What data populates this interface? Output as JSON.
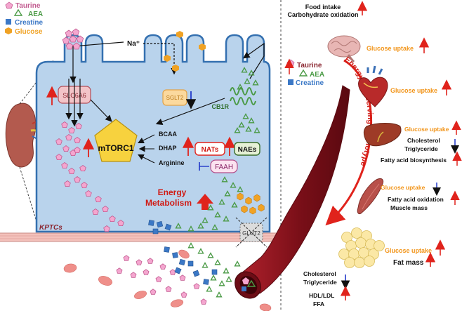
{
  "legend": {
    "taurine": "Taurine",
    "aea": "AEA",
    "creatine": "Creatine",
    "glucose": "Glucose"
  },
  "cell": {
    "sodium": "Na⁺",
    "slc6a6": "SLC6A6",
    "sglt2": "SGLT2",
    "cb1r": "CB1R",
    "mtorc1": "mTORC1",
    "bcaa": "BCAA",
    "dhap": "DHAP",
    "arginine": "Arginine",
    "nats": "NATs",
    "naes": "NAEs",
    "faah": "FAAH",
    "energy_line1": "Energy",
    "energy_line2": "Metabolism",
    "kptcs": "KPTCs",
    "glut2": "GLUT2"
  },
  "top_right": {
    "line1": "Food intake",
    "line2": "Carbohydrate oxidation"
  },
  "arc_label": "Energy Conserving Phenotype",
  "circ_legend": {
    "taurine": "Taurine",
    "aea": "AEA",
    "creatine": "Creatine"
  },
  "organs": {
    "brain": "Glucose uptake",
    "heart": "Glucose uptake",
    "liver": {
      "uptake": "Glucose uptake",
      "line1": "Cholesterol",
      "line2": "Triglyceride",
      "line3": "Fatty acid biosynthesis"
    },
    "muscle": {
      "uptake": "Glucose uptake",
      "line1": "Fatty acid oxidation",
      "line2": "Muscle mass"
    },
    "fat": {
      "uptake": "Glucose uptake",
      "line1": "Fat mass"
    }
  },
  "blood": {
    "line1": "Cholesterol",
    "line2": "Triglyceride",
    "line3": "HDL/LDL",
    "line4": "FFA"
  },
  "colors": {
    "taurine": "#f4a6cf",
    "aea": "#4a9a45",
    "creatine": "#3b78c6",
    "glucose": "#f0a224",
    "up": "#e0231c",
    "down": "#2138c9",
    "cell_fill": "#b9d3ec",
    "cell_stroke": "#3470b0",
    "orange_text": "#f2951a",
    "vessel": "#8e1420"
  }
}
